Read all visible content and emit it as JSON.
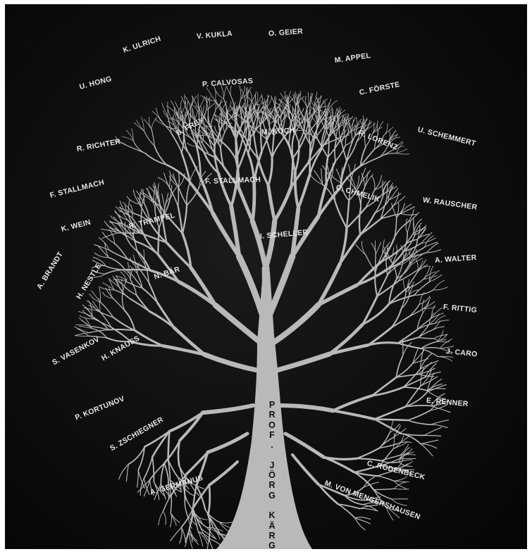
{
  "honoree": "PROF. JÖRG KÄRGER",
  "colors": {
    "background": "#0c0c0c",
    "tree": "#b9b9b9",
    "label": "#e6e6e6",
    "trunk_text": "#111111"
  },
  "names": [
    "O. GEIER",
    "V. KUKLA",
    "K. ULRICH",
    "M. APPEL",
    "U. HONG",
    "P. CALVOSAS",
    "C. FÖRSTE",
    "S. FREY",
    "M. KOCH",
    "R. LORENZ",
    "U. SCHEMMERT",
    "R. RICHTER",
    "F. STALLMACH",
    "C. CHMELIK",
    "F. STALLMACH",
    "W. RAUSCHER",
    "K. WEIN",
    "R. TRAMPEL",
    "I. SCHELLER",
    "A. WALTER",
    "A. BRANDT",
    "H. NESTLE",
    "N. BÄR",
    "F. RITTIG",
    "S. VASENKOV",
    "H. KNAUSS",
    "J. CARO",
    "P. KORTUNOV",
    "E. RENNER",
    "S. ZSCHIEGNER",
    "C. RODENBECK",
    "A. GERMANUS",
    "M. VON MENGERSHAUSEN"
  ]
}
